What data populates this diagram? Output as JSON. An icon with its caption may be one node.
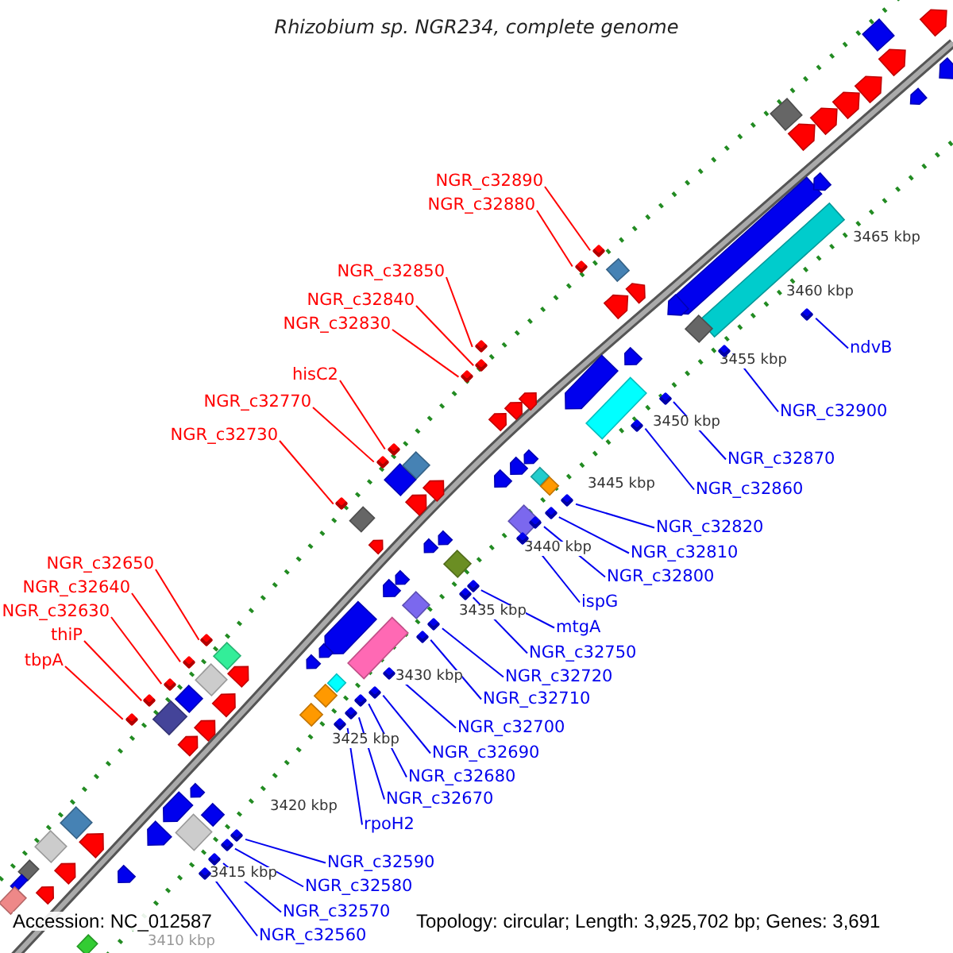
{
  "diagram": {
    "title": "Rhizobium sp. NGR234, complete genome",
    "nodes": [
      {
        "text": [
          "NGR_c32890"
        ]
      },
      {
        "text": [
          "NGR_c32880"
        ]
      },
      {
        "text": [
          "NGR_c32850"
        ]
      },
      {
        "text": [
          "NGR_c32840"
        ]
      },
      {
        "text": [
          "NGR_c32830"
        ]
      },
      {
        "text": [
          "hisC2"
        ]
      },
      {
        "text": [
          "NGR_c32770"
        ]
      },
      {
        "text": [
          "NGR_c32730"
        ]
      },
      {
        "text": [
          "NGR_c32650"
        ]
      },
      {
        "text": [
          "NGR_c32640"
        ]
      },
      {
        "text": [
          "NGR_c32630"
        ]
      },
      {
        "text": [
          "thiP"
        ]
      },
      {
        "text": [
          "tbpA"
        ]
      },
      {
        "text": [
          "ndvB"
        ]
      },
      {
        "text": [
          "NGR_c32900"
        ]
      },
      {
        "text": [
          "NGR_c32870"
        ]
      },
      {
        "text": [
          "NGR_c32860"
        ]
      },
      {
        "text": [
          "NGR_c32820"
        ]
      },
      {
        "text": [
          "NGR_c32810"
        ]
      },
      {
        "text": [
          "NGR_c32800"
        ]
      },
      {
        "text": [
          "ispG"
        ]
      },
      {
        "text": [
          "mtgA"
        ]
      },
      {
        "text": [
          "NGR_c32750"
        ]
      },
      {
        "text": [
          "NGR_c32720"
        ]
      },
      {
        "text": [
          "NGR_c32710"
        ]
      },
      {
        "text": [
          "NGR_c32700"
        ]
      },
      {
        "text": [
          "NGR_c32690"
        ]
      },
      {
        "text": [
          "NGR_c32680"
        ]
      },
      {
        "text": [
          "NGR_c32670"
        ]
      },
      {
        "text": [
          "rpoH2"
        ]
      },
      {
        "text": [
          "NGR_c32590"
        ]
      },
      {
        "text": [
          "NGR_c32580"
        ]
      },
      {
        "text": [
          "NGR_c32570"
        ]
      },
      {
        "text": [
          "NGR_c32560"
        ]
      },
      {
        "text": [],
        "shape": "box"
      },
      {
        "text": [],
        "shape": "box"
      },
      {
        "text": [],
        "shape": "box"
      },
      {
        "text": [],
        "shape": "box"
      },
      {
        "text": [],
        "shape": "box"
      },
      {
        "text": [],
        "shape": "box"
      },
      {
        "text": [],
        "shape": "box"
      },
      {
        "text": [],
        "shape": "box"
      },
      {
        "text": [],
        "shape": "box"
      },
      {
        "text": [],
        "shape": "box"
      },
      {
        "text": [],
        "shape": "box"
      },
      {
        "text": [],
        "shape": "box"
      },
      {
        "text": [],
        "shape": "box"
      },
      {
        "text": [],
        "shape": "box"
      },
      {
        "text": [],
        "shape": "box"
      },
      {
        "text": [],
        "shape": "box"
      },
      {
        "text": [],
        "shape": "box"
      },
      {
        "text": [],
        "shape": "box"
      },
      {
        "text": [],
        "shape": "box"
      },
      {
        "text": [],
        "shape": "box"
      },
      {
        "text": [],
        "shape": "box"
      },
      {
        "text": [],
        "shape": "box"
      },
      {
        "text": [],
        "shape": "box"
      },
      {
        "text": [],
        "shape": "box"
      },
      {
        "text": [],
        "shape": "box"
      },
      {
        "text": [],
        "shape": "box"
      },
      {
        "text": [],
        "shape": "box"
      },
      {
        "text": [],
        "shape": "box"
      },
      {
        "text": [],
        "shape": "box"
      },
      {
        "text": [],
        "shape": "box"
      },
      {
        "text": [],
        "shape": "box"
      },
      {
        "text": [],
        "shape": "box"
      },
      {
        "text": [],
        "shape": "box"
      },
      {
        "text": [],
        "shape": "box"
      }
    ],
    "edges": [
      {
        "from": 0,
        "to": 34,
        "arrow": "none",
        "color": "#ff0000"
      },
      {
        "from": 1,
        "to": 35,
        "arrow": "none",
        "color": "#ff0000"
      },
      {
        "from": 2,
        "to": 36,
        "arrow": "none",
        "color": "#ff0000"
      },
      {
        "from": 3,
        "to": 37,
        "arrow": "none",
        "color": "#ff0000"
      },
      {
        "from": 4,
        "to": 38,
        "arrow": "none",
        "color": "#ff0000"
      },
      {
        "from": 5,
        "to": 39,
        "arrow": "none",
        "color": "#ff0000"
      },
      {
        "from": 6,
        "to": 40,
        "arrow": "none",
        "color": "#ff0000"
      },
      {
        "from": 7,
        "to": 41,
        "arrow": "none",
        "color": "#ff0000"
      },
      {
        "from": 8,
        "to": 42,
        "arrow": "none",
        "color": "#ff0000"
      },
      {
        "from": 9,
        "to": 43,
        "arrow": "none",
        "color": "#ff0000"
      },
      {
        "from": 10,
        "to": 44,
        "arrow": "none",
        "color": "#ff0000"
      },
      {
        "from": 11,
        "to": 45,
        "arrow": "none",
        "color": "#ff0000"
      },
      {
        "from": 12,
        "to": 46,
        "arrow": "none",
        "color": "#ff0000"
      },
      {
        "from": 13,
        "to": 47,
        "arrow": "none"
      },
      {
        "from": 14,
        "to": 48,
        "arrow": "none"
      },
      {
        "from": 15,
        "to": 49,
        "arrow": "none"
      },
      {
        "from": 16,
        "to": 50,
        "arrow": "none"
      },
      {
        "from": 17,
        "to": 51,
        "arrow": "none"
      },
      {
        "from": 18,
        "to": 52,
        "arrow": "none"
      },
      {
        "from": 19,
        "to": 53,
        "arrow": "none"
      },
      {
        "from": 20,
        "to": 54,
        "arrow": "none"
      },
      {
        "from": 21,
        "to": 55,
        "arrow": "none"
      },
      {
        "from": 22,
        "to": 56,
        "arrow": "none"
      },
      {
        "from": 23,
        "to": 57,
        "arrow": "none"
      },
      {
        "from": 24,
        "to": 58,
        "arrow": "none"
      },
      {
        "from": 25,
        "to": 59,
        "arrow": "none"
      },
      {
        "from": 26,
        "to": 60,
        "arrow": "none"
      },
      {
        "from": 27,
        "to": 61,
        "arrow": "none"
      },
      {
        "from": 28,
        "to": 62,
        "arrow": "none"
      },
      {
        "from": 29,
        "to": 63,
        "arrow": "none"
      },
      {
        "from": 30,
        "to": 64,
        "arrow": "none"
      },
      {
        "from": 31,
        "to": 65,
        "arrow": "none"
      },
      {
        "from": 32,
        "to": 66,
        "arrow": "none"
      },
      {
        "from": 33,
        "to": 67,
        "arrow": "none"
      }
    ],
    "labels": [
      "3465 kbp",
      "3460 kbp",
      "3455 kbp",
      "3450 kbp",
      "3445 kbp",
      "3440 kbp",
      "3435 kbp",
      "3430 kbp",
      "3425 kbp",
      "3420 kbp",
      "3415 kbp",
      "3410 kbp",
      "Accession: NC_012587",
      "Topology: circular; Length: 3,925,702 bp; Genes: 3,691"
    ]
  }
}
